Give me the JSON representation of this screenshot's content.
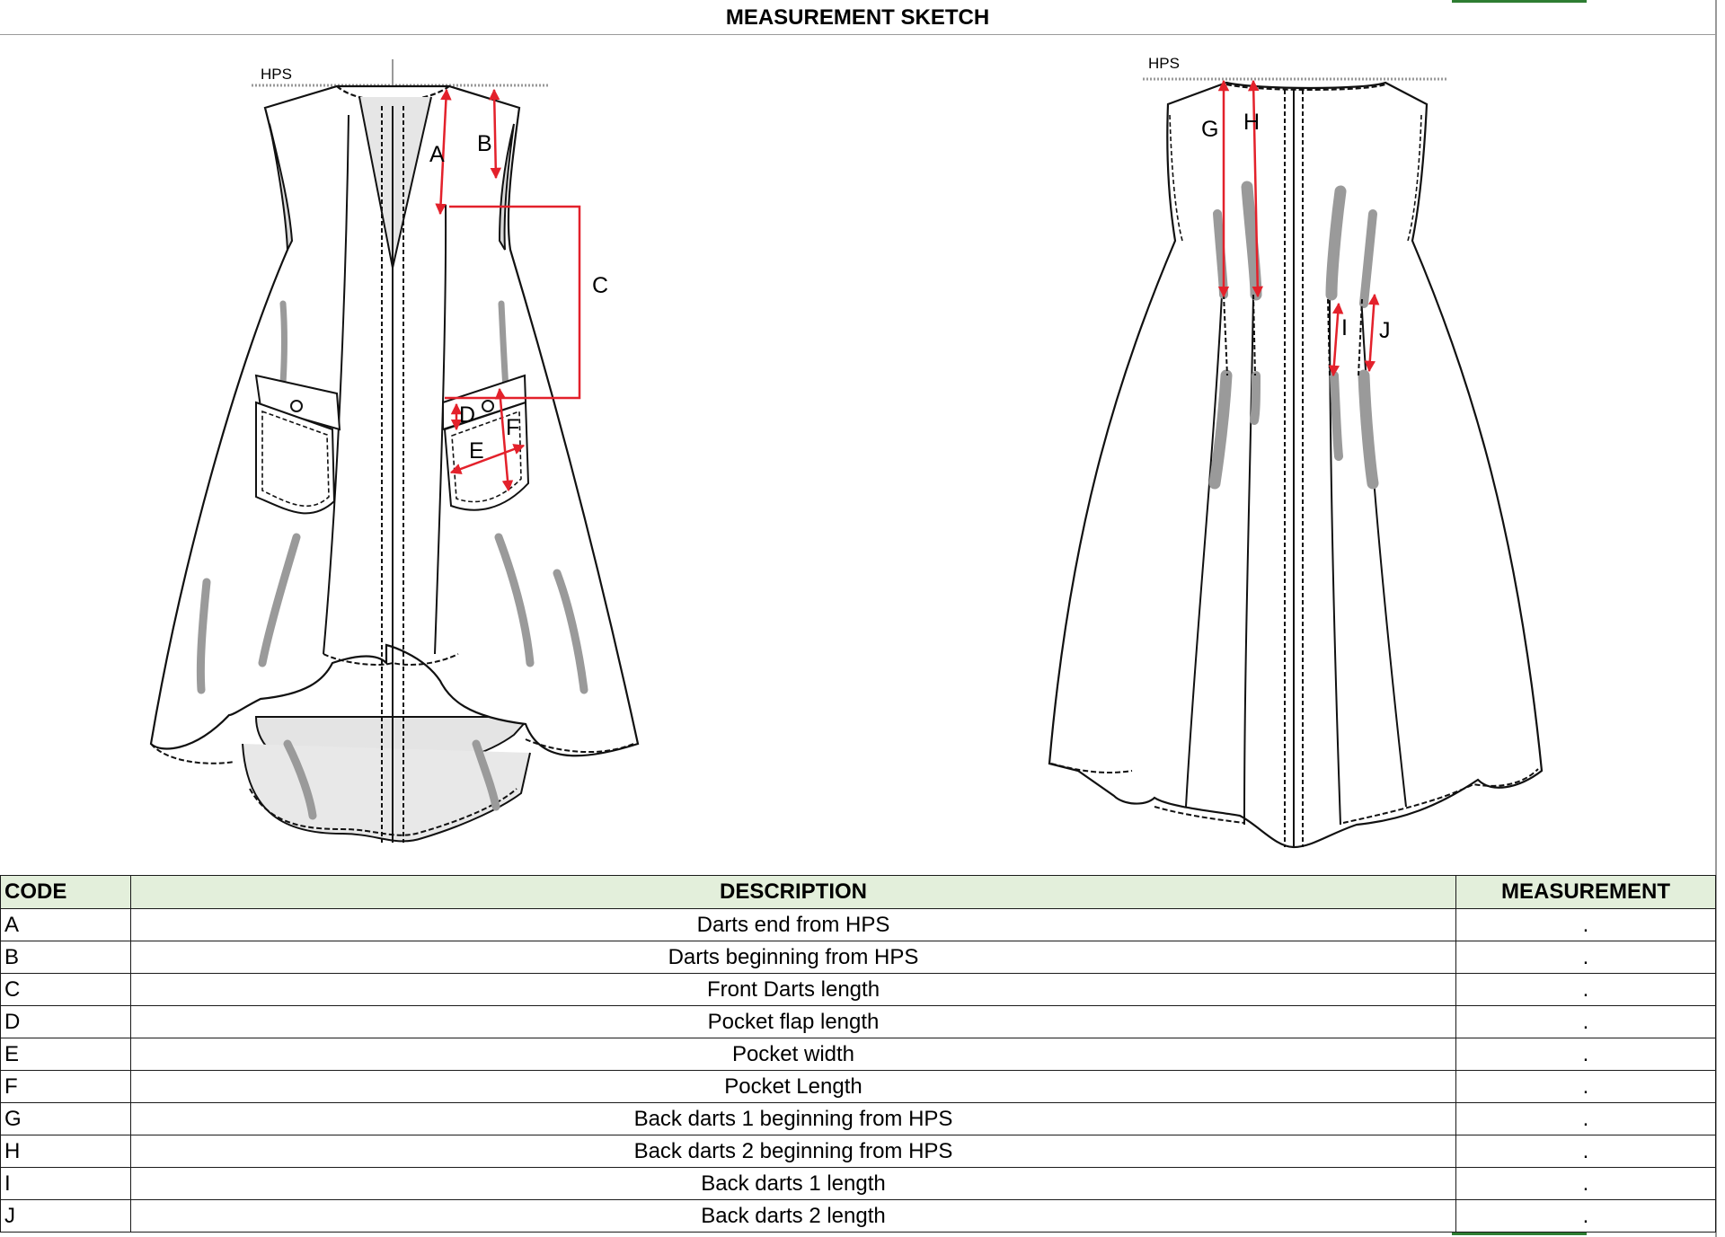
{
  "sheet": {
    "title": "MEASUREMENT SKETCH"
  },
  "sketch": {
    "front": {
      "hps_label": "HPS",
      "point_labels": [
        "A",
        "B",
        "C",
        "D",
        "E",
        "F"
      ]
    },
    "back": {
      "hps_label": "HPS",
      "point_labels": [
        "G",
        "H",
        "I",
        "J"
      ]
    },
    "arrow_color": "#e3212b",
    "dart_color": "#9a9a9a"
  },
  "spec_table": {
    "headers": {
      "code": "CODE",
      "description": "DESCRIPTION",
      "measurement": "MEASUREMENT"
    },
    "rows": [
      {
        "code": "A",
        "description": "Darts end from HPS",
        "measurement": "."
      },
      {
        "code": "B",
        "description": "Darts beginning from HPS",
        "measurement": "."
      },
      {
        "code": "C",
        "description": "Front Darts length",
        "measurement": "."
      },
      {
        "code": "D",
        "description": "Pocket flap length",
        "measurement": "."
      },
      {
        "code": "E",
        "description": "Pocket width",
        "measurement": "."
      },
      {
        "code": "F",
        "description": "Pocket Length",
        "measurement": "."
      },
      {
        "code": "G",
        "description": "Back darts 1 beginning from HPS",
        "measurement": "."
      },
      {
        "code": "H",
        "description": "Back darts 2 beginning from HPS",
        "measurement": "."
      },
      {
        "code": "I",
        "description": "Back darts 1 length",
        "measurement": "."
      },
      {
        "code": "J",
        "description": "Back darts 2 length",
        "measurement": "."
      }
    ]
  }
}
